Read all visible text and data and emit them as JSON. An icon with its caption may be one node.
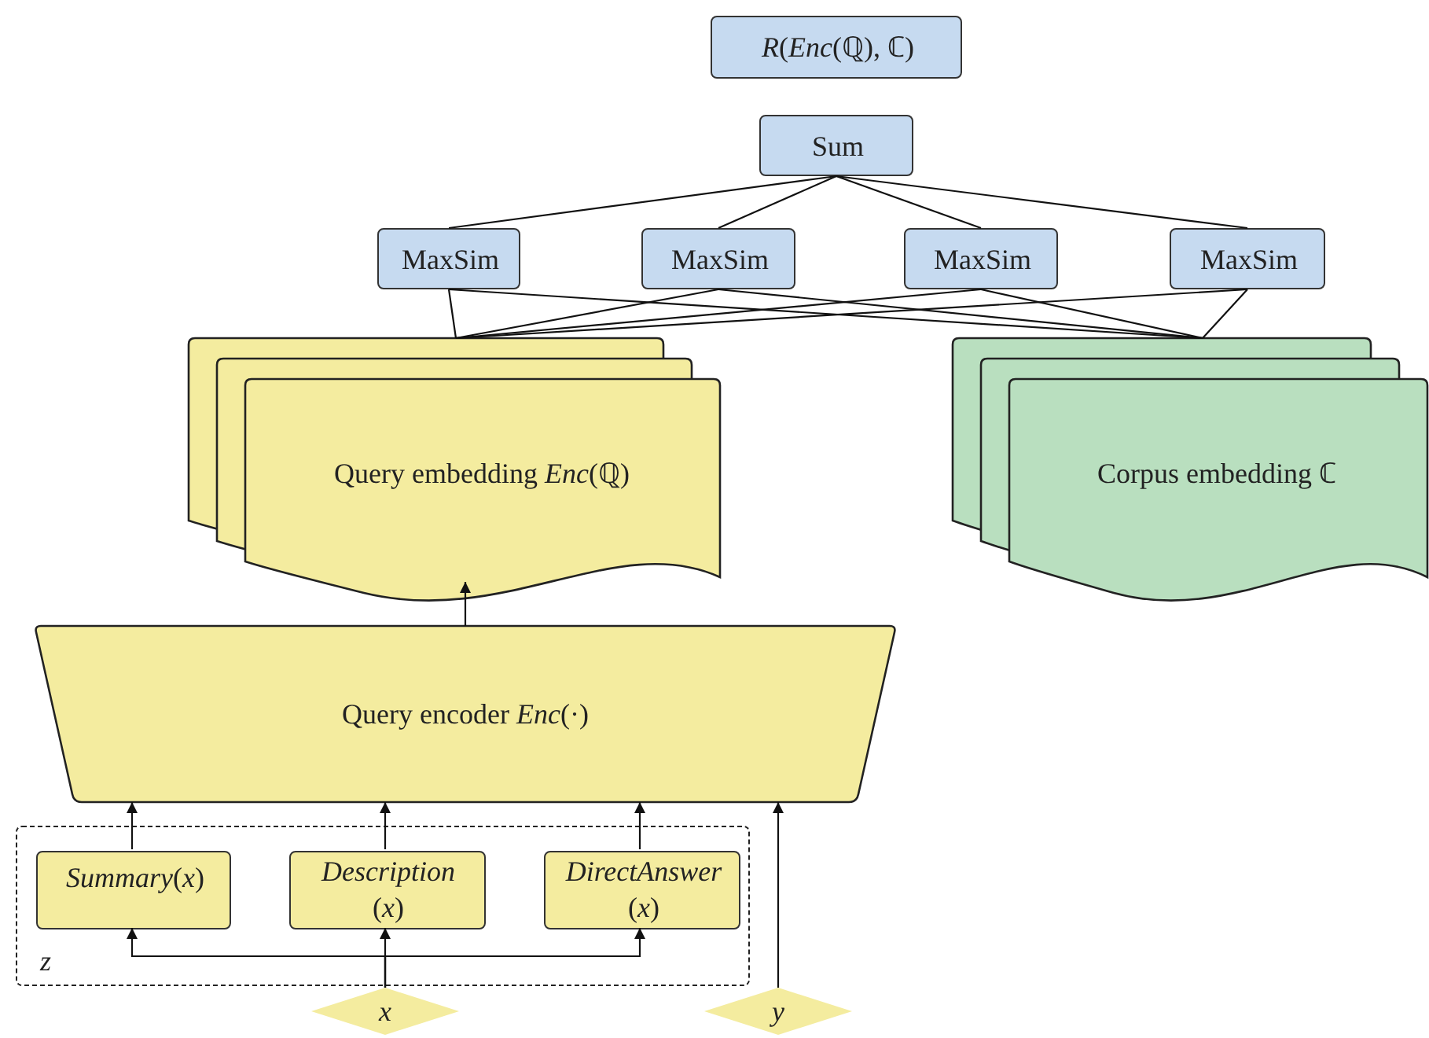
{
  "diagram": {
    "nodes": [
      {
        "text": [
          "*R*(*Enc*(ℚ), ℂ)"
        ]
      },
      {
        "text": [
          "Sum"
        ]
      },
      {
        "text": [
          "MaxSim"
        ]
      },
      {
        "text": [
          "MaxSim"
        ]
      },
      {
        "text": [
          "MaxSim"
        ]
      },
      {
        "text": [
          "MaxSim"
        ]
      },
      {
        "text": [
          "Query embedding *Enc*(ℚ)"
        ]
      },
      {
        "text": [
          "Corpus embedding ℂ"
        ]
      },
      {
        "text": [
          "Query encoder *Enc*(·)"
        ]
      },
      {
        "text": [
          "z"
        ]
      },
      {
        "text": [
          "*Summary*(*x*)"
        ],
        "in": 9
      },
      {
        "text": [
          "*Description* (*x*)"
        ],
        "in": 9
      },
      {
        "text": [
          "*DirectAnswer* (*x*)"
        ],
        "in": 9
      },
      {
        "text": [
          "x"
        ]
      },
      {
        "text": [
          "y"
        ]
      }
    ],
    "edges": [
      {
        "from": 1,
        "to": 2,
        "arrow": "none"
      },
      {
        "from": 1,
        "to": 3,
        "arrow": "none"
      },
      {
        "from": 1,
        "to": 4,
        "arrow": "none"
      },
      {
        "from": 1,
        "to": 5,
        "arrow": "none"
      },
      {
        "from": 2,
        "to": 6,
        "arrow": "none"
      },
      {
        "from": 2,
        "to": 7,
        "arrow": "none"
      },
      {
        "from": 3,
        "to": 6,
        "arrow": "none"
      },
      {
        "from": 3,
        "to": 7,
        "arrow": "none"
      },
      {
        "from": 4,
        "to": 6,
        "arrow": "none"
      },
      {
        "from": 4,
        "to": 7,
        "arrow": "none"
      },
      {
        "from": 5,
        "to": 6,
        "arrow": "none"
      },
      {
        "from": 5,
        "to": 7,
        "arrow": "none"
      },
      {
        "from": 8,
        "to": 6,
        "arrow": "to"
      },
      {
        "from": 10,
        "to": 8,
        "arrow": "to"
      },
      {
        "from": 11,
        "to": 8,
        "arrow": "to"
      },
      {
        "from": 12,
        "to": 8,
        "arrow": "to"
      },
      {
        "from": 13,
        "to": 10,
        "arrow": "to"
      },
      {
        "from": 13,
        "to": 11,
        "arrow": "to"
      },
      {
        "from": 13,
        "to": 12,
        "arrow": "to"
      },
      {
        "from": 14,
        "to": 8,
        "arrow": "to"
      }
    ]
  }
}
